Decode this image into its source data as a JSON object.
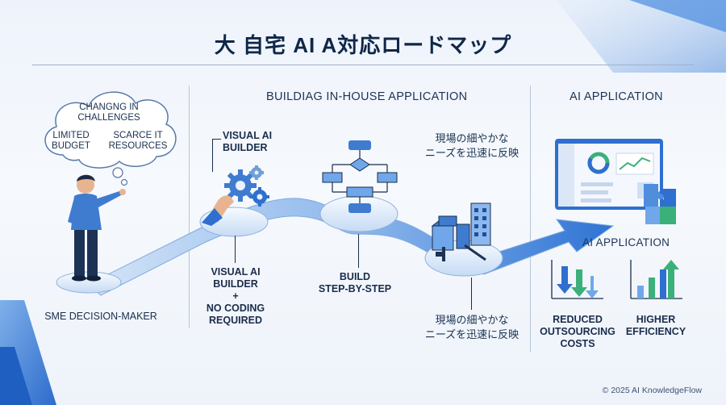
{
  "title": "大 自宅 AI A対応ロードマップ",
  "headers": {
    "middle": "BUILDIAG IN-HOUSE APPLICATION",
    "right": "AI APPLICATION"
  },
  "cloud": {
    "top": "CHANGNG IN\nCHALLENGES",
    "left": "LIMITED\nBUDGET",
    "right": "SCARCE IT\nRESOURCES"
  },
  "labels": {
    "decision_maker": "SME DECISION-MAKER",
    "visual_builder_top": "VISUAL AI\nBUILDER",
    "visual_builder_bottom": "VISUAL AI\nBUILDER\n+\nNO CODING\nREQUIRED",
    "build_step": "BUILD\nSTEP-BY-STEP",
    "jp_top": "現場の細やかな\nニーズを迅速に反映",
    "jp_bottom": "現場の細やかな\nニーズを迅速に反映",
    "ai_application_mid": "AI APPLICATION",
    "reduced": "REDUCED\nOUTSOURCING\nCOSTS",
    "higher": "HIGHER\nEFFICIENCY"
  },
  "copyright": "© 2025 AI KnowledgeFlow",
  "colors": {
    "navy": "#0f2748",
    "blue": "#2e6fd0",
    "light_blue": "#6fa7ea",
    "green": "#3bb07a"
  }
}
